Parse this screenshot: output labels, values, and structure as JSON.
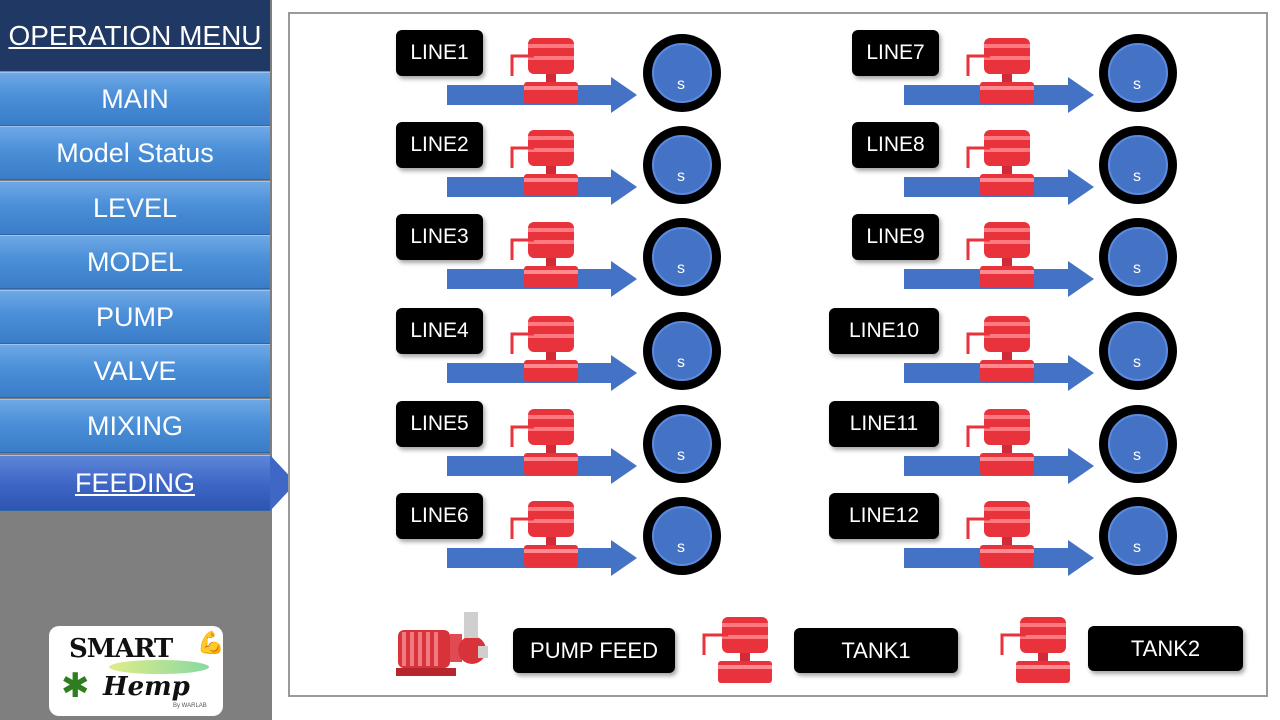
{
  "sidebar": {
    "title": "OPERATION MENU",
    "items": [
      {
        "label": "MAIN"
      },
      {
        "label": "Model Status"
      },
      {
        "label": "LEVEL"
      },
      {
        "label": "MODEL"
      },
      {
        "label": "PUMP"
      },
      {
        "label": "VALVE"
      },
      {
        "label": "MIXING"
      },
      {
        "label": "FEEDING",
        "active": true
      }
    ],
    "logo": {
      "line1": "SMART",
      "line2": "Hemp",
      "small": "By WARLAB"
    }
  },
  "lines": [
    {
      "label": "LINE1",
      "unit": "s"
    },
    {
      "label": "LINE2",
      "unit": "s"
    },
    {
      "label": "LINE3",
      "unit": "s"
    },
    {
      "label": "LINE4",
      "unit": "s"
    },
    {
      "label": "LINE5",
      "unit": "s"
    },
    {
      "label": "LINE6",
      "unit": "s"
    },
    {
      "label": "LINE7",
      "unit": "s"
    },
    {
      "label": "LINE8",
      "unit": "s"
    },
    {
      "label": "LINE9",
      "unit": "s"
    },
    {
      "label": "LINE10",
      "unit": "s"
    },
    {
      "label": "LINE11",
      "unit": "s"
    },
    {
      "label": "LINE12",
      "unit": "s"
    }
  ],
  "legend": {
    "pump_feed": "PUMP FEED",
    "tank1": "TANK1",
    "tank2": "TANK2"
  },
  "colors": {
    "header": "#1f3864",
    "menu_blue": "#4a8fd8",
    "active_blue": "#3f67c6",
    "pipe_blue": "#4472c4",
    "valve_red": "#e8333c",
    "sidebar_gray": "#7f7f7f"
  }
}
